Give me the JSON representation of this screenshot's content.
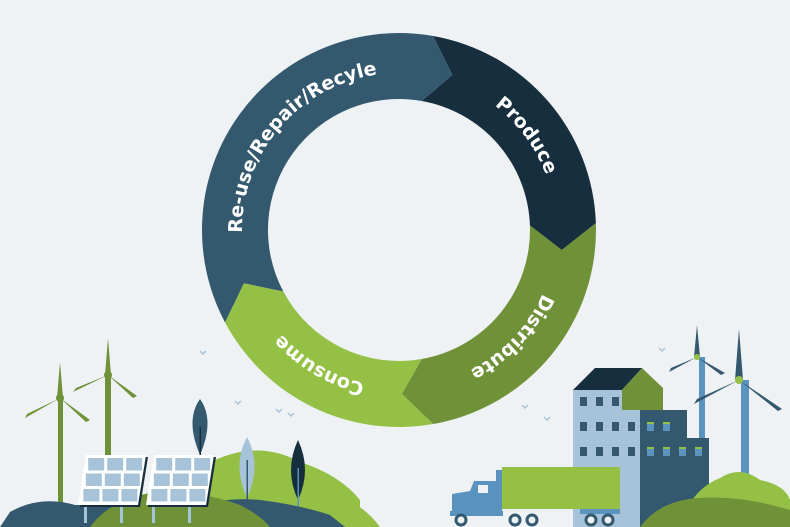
{
  "cycle": {
    "segments": [
      {
        "id": "reuse",
        "label": "Re-use/Repair/Recyle",
        "color": "#34596f",
        "start_deg": 152,
        "end_deg": 280
      },
      {
        "id": "produce",
        "label": "Produce",
        "color": "#172e3e",
        "start_deg": 280,
        "end_deg": 358
      },
      {
        "id": "distribute",
        "label": "Distribute",
        "color": "#6f9138",
        "start_deg": 358,
        "end_deg": 440
      },
      {
        "id": "consume",
        "label": "Consume",
        "color": "#94c045",
        "start_deg": 80,
        "end_deg": 152
      }
    ]
  },
  "colors": {
    "background": "#eef2f5",
    "dark_navy": "#172e3e",
    "slate_blue": "#34596f",
    "light_blue": "#a7c3d9",
    "mid_blue": "#5b93bf",
    "dark_green": "#6f9138",
    "light_green": "#94c045"
  }
}
